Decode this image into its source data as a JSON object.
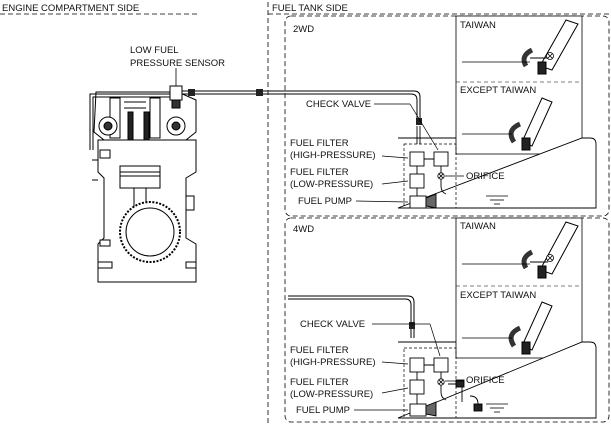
{
  "headers": {
    "engine_side": "ENGINE COMPARTMENT SIDE",
    "fuel_tank_side": "FUEL TANK SIDE"
  },
  "sensor_label": {
    "line1": "LOW FUEL",
    "line2": "PRESSURE SENSOR"
  },
  "panels": [
    {
      "title": "2WD",
      "inset_top_title": "TAIWAN",
      "inset_bottom_title": "EXCEPT TAIWAN",
      "check_valve": "CHECK VALVE",
      "filter_high_l1": "FUEL FILTER",
      "filter_high_l2": "(HIGH-PRESSURE)",
      "filter_low_l1": "FUEL FILTER",
      "filter_low_l2": "(LOW-PRESSURE)",
      "orifice": "ORIFICE",
      "fuel_pump": "FUEL PUMP"
    },
    {
      "title": "4WD",
      "inset_top_title": "TAIWAN",
      "inset_bottom_title": "EXCEPT TAIWAN",
      "check_valve": "CHECK VALVE",
      "filter_high_l1": "FUEL FILTER",
      "filter_high_l2": "(HIGH-PRESSURE)",
      "filter_low_l1": "FUEL FILTER",
      "filter_low_l2": "(LOW-PRESSURE)",
      "orifice": "ORIFICE",
      "fuel_pump": "FUEL PUMP"
    }
  ]
}
